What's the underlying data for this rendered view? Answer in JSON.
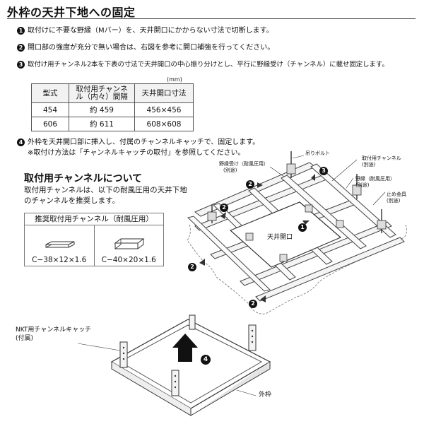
{
  "title": "外枠の天井下地への固定",
  "steps": [
    {
      "num": "1",
      "text": "取付けに不要な野縁（Mバー）を、天井開口にかからない寸法で切断します。"
    },
    {
      "num": "2",
      "text": "開口部の強度が充分で無い場合は、右図を参考に開口補強を行ってください。"
    },
    {
      "num": "3",
      "text": "取付け用チャンネル2本を下表の寸法で天井開口の中心振り分けとし、平行に野縁受け（チャンネル）に載せ固定します。"
    },
    {
      "num": "4",
      "text": "外枠を天井開口部に挿入し、付属のチャンネルキャッチで、固定します。"
    }
  ],
  "step4_note": "※取付け方法は「チャンネルキャッチの取付」を参照してください。",
  "table": {
    "unit": "(mm)",
    "headers": [
      "型式",
      "取付用チャンネル（内々）間隔",
      "天井開口寸法"
    ],
    "rows": [
      [
        "454",
        "約 459",
        "456×456"
      ],
      [
        "606",
        "約 611",
        "608×608"
      ]
    ]
  },
  "channel_section": {
    "heading": "取付用チャンネルについて",
    "body": "取付用チャンネルは、以下の耐風圧用の天井下地のチャンネルを推奨します。",
    "recommended_header": "推奨取付用チャンネル（耐風圧用）",
    "items": [
      "C−38×12×1.6",
      "C−40×20×1.6"
    ]
  },
  "diagram_labels": {
    "hanger_bolt": "吊りボルト",
    "mount_channel": "取付用チャンネル",
    "mount_channel_note": "(別途)",
    "furring_receiver": "野縁受け（耐風圧用）",
    "furring_receiver_note": "(別途)",
    "furring": "野縁（耐風圧用）",
    "furring_note": "(別途)",
    "stopper": "止め金具",
    "stopper_note": "(別途)",
    "ceiling_opening": "天井開口",
    "badges": [
      "1",
      "2",
      "2",
      "2",
      "2",
      "3"
    ]
  },
  "frame_labels": {
    "catch": "NKT用チャンネルキャッチ",
    "catch_note": "(付属)",
    "outer_frame": "外枠",
    "badge": "4"
  }
}
